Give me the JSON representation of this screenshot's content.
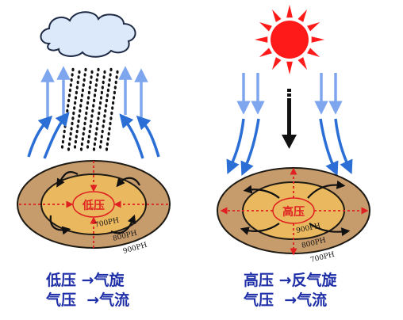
{
  "colors": {
    "blue_arrow": "#2b6fd6",
    "light_blue_arrow": "#7ea6ee",
    "ellipse_outer": "#c79c6c",
    "ellipse_inner": "#e9b85f",
    "isobar_red_dashed": "#e02020",
    "sun": "#ff1a1a",
    "cloud": "#dbe9fb",
    "caption_blue": "#1f2fa8"
  },
  "icons": [
    "cloud-icon",
    "rain-icon",
    "sun-icon"
  ],
  "left_panel": {
    "center_label": "低压",
    "isobars": [
      "700PH",
      "800PH",
      "900PH"
    ],
    "caption_line1": "低压 →气旋",
    "caption_line2": "气压  →气流"
  },
  "right_panel": {
    "center_label": "高压",
    "isobars": [
      "900PH",
      "800PH",
      "700PH"
    ],
    "caption_line1": "高压 →反气旋",
    "caption_line2": "气压  →气流"
  }
}
